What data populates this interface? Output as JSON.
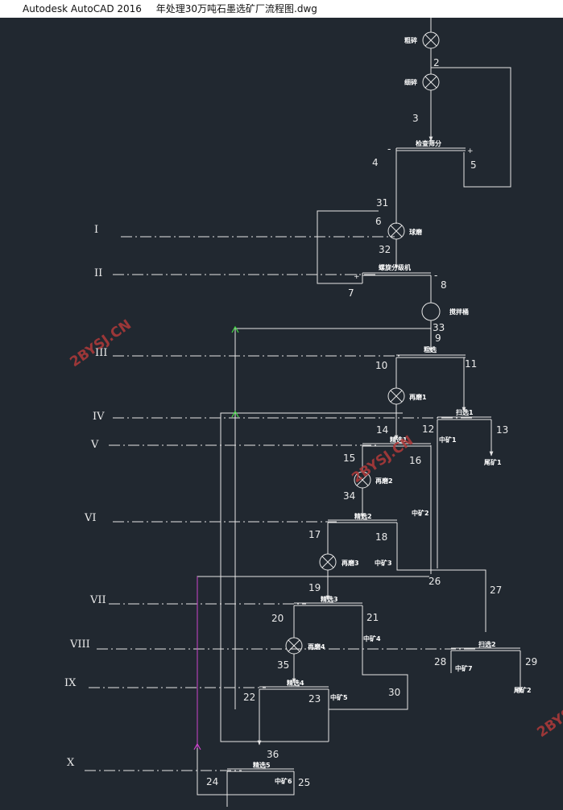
{
  "titlebar": {
    "app": "Autodesk AutoCAD 2016",
    "file": "年处理30万吨石墨选矿厂流程图.dwg"
  },
  "watermark": "2BYSJ.CN",
  "colors": {
    "background": "#212830",
    "line": "#e6e6e6",
    "green_arrow": "#44dd44",
    "magenta_arrow": "#cc44cc"
  },
  "stages": [
    "I",
    "II",
    "III",
    "IV",
    "V",
    "VI",
    "VII",
    "VIII",
    "IX",
    "X"
  ],
  "operations": {
    "coarse_crush": "粗碎",
    "fine_crush": "细碎",
    "check_screen": "检查筛分",
    "ball_mill": "球磨",
    "classifier": "螺旋分级机",
    "mixing_tank": "搅拌桶",
    "rougher": "粗选",
    "regrind1": "再磨1",
    "scavenger1": "扫选1",
    "cleaner1": "精选1",
    "regrind2": "再磨2",
    "cleaner2": "精选2",
    "regrind3": "再磨3",
    "cleaner3": "精选3",
    "regrind4": "再磨4",
    "scavenger2": "扫选2",
    "cleaner4": "精选4",
    "cleaner5": "精选5"
  },
  "products": {
    "mid1": "中矿1",
    "mid2": "中矿2",
    "mid3": "中矿3",
    "mid4": "中矿4",
    "mid5": "中矿5",
    "mid6": "中矿6",
    "mid7": "中矿7",
    "tail1": "尾矿1",
    "tail2": "尾矿2"
  },
  "signs": {
    "minus": "-",
    "plus": "+"
  },
  "streams": [
    "2",
    "3",
    "4",
    "5",
    "31",
    "6",
    "32",
    "7",
    "8",
    "33",
    "9",
    "10",
    "11",
    "14",
    "12",
    "13",
    "15",
    "16",
    "34",
    "17",
    "18",
    "26",
    "27",
    "19",
    "20",
    "21",
    "35",
    "28",
    "29",
    "22",
    "23",
    "30",
    "36",
    "24",
    "25"
  ]
}
